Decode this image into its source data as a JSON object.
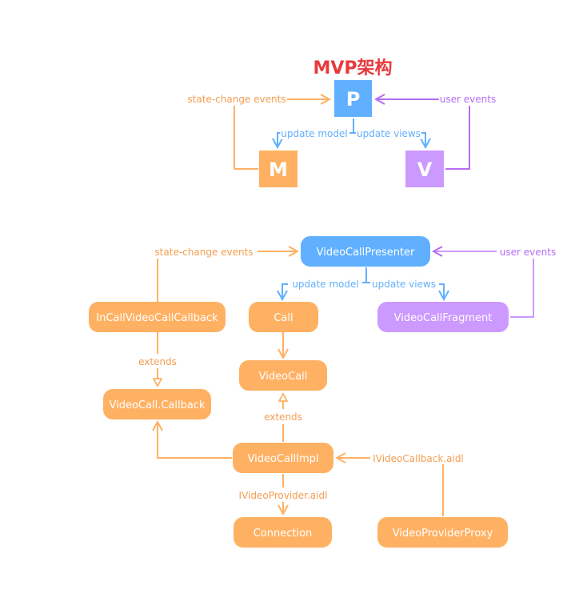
{
  "colors": {
    "orange": "#ffb163",
    "orange_text": "#f59d50",
    "blue": "#61b0ff",
    "purple": "#cc99ff",
    "purple_line": "#b56cf5",
    "title_red": "#e8393c"
  },
  "mvp": {
    "title": "MVP架构",
    "p_label": "P",
    "m_label": "M",
    "v_label": "V",
    "edge_state_change": "state-change events",
    "edge_user_events": "user events",
    "edge_update_model": "update model",
    "edge_update_views": "update views"
  },
  "detail": {
    "nodes": {
      "presenter": "VideoCallPresenter",
      "incall_callback": "InCallVideoCallCallback",
      "call": "Call",
      "fragment": "VideoCallFragment",
      "videocall": "VideoCall",
      "videocall_callback": "VideoCall.Callback",
      "videocall_impl": "VideoCallImpl",
      "connection": "Connection",
      "provider_proxy": "VideoProviderProxy"
    },
    "edges": {
      "state_change": "state-change events",
      "user_events": "user events",
      "update_model": "update model",
      "update_views": "update views",
      "extends_left": "extends",
      "extends_center": "extends",
      "ivideo_callback": "IVideoCallback.aidl",
      "ivideo_provider": "IVideoProvider.aidl"
    }
  }
}
